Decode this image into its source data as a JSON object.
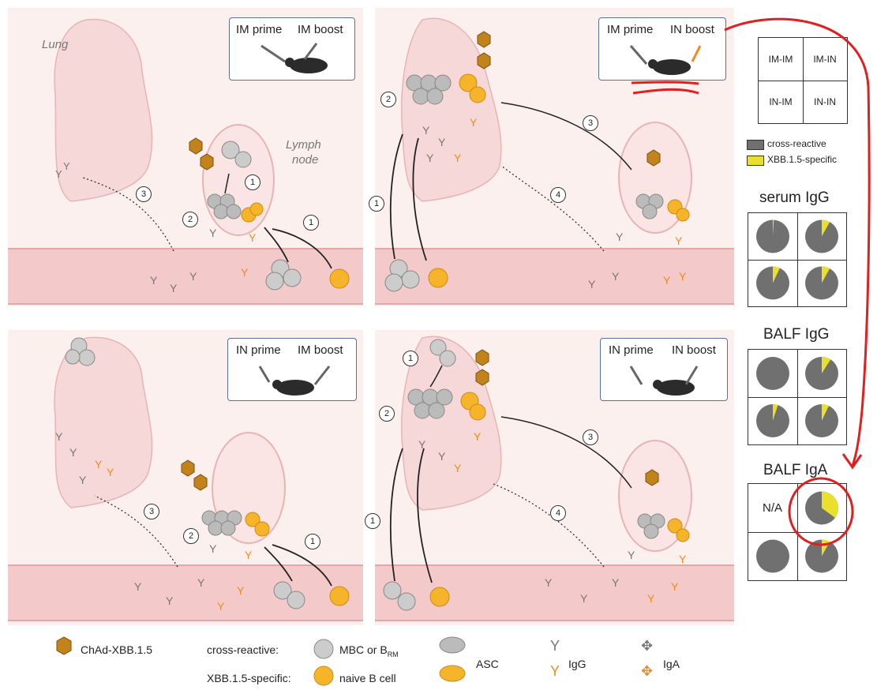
{
  "panels": {
    "top_left": {
      "mouse_labels": [
        "IM prime",
        "IM boost"
      ],
      "lung_label": "Lung",
      "node_label_1": "Lymph",
      "node_label_2": "node",
      "steps": [
        "1",
        "1",
        "2",
        "3"
      ]
    },
    "top_right": {
      "mouse_labels": [
        "IM prime",
        "IN boost"
      ],
      "steps": [
        "1",
        "2",
        "3",
        "4"
      ]
    },
    "bottom_left": {
      "mouse_labels": [
        "IN prime",
        "IM boost"
      ],
      "steps": [
        "1",
        "2",
        "3"
      ]
    },
    "bottom_right": {
      "mouse_labels": [
        "IN prime",
        "IN boost"
      ],
      "steps": [
        "1",
        "1",
        "2",
        "3",
        "4"
      ]
    }
  },
  "key_grid": {
    "cells": [
      "IM-IM",
      "IM-IN",
      "IN-IM",
      "IN-IN"
    ]
  },
  "pie_legend": {
    "cross_reactive": "cross-reactive",
    "specific": "XBB.1.5-specific",
    "colors": {
      "cross_reactive": "#707070",
      "specific": "#e8e02c"
    }
  },
  "pie_panels": [
    {
      "title": "serum IgG",
      "specific_fraction": [
        0.01,
        0.08,
        0.07,
        0.08
      ]
    },
    {
      "title": "BALF IgG",
      "specific_fraction": [
        0.0,
        0.09,
        0.05,
        0.07
      ]
    },
    {
      "title": "BALF IgA",
      "na_label": "N/A",
      "specific_fraction": [
        null,
        0.35,
        0.0,
        0.08
      ]
    }
  ],
  "bottom_legend": {
    "vaccine": "ChAd-XBB.1.5",
    "cross_reactive": "cross-reactive:",
    "specific": "XBB.1.5-specific:",
    "mbc": "MBC or B",
    "mbc_sub": "RM",
    "naive": "naive B cell",
    "asc": "ASC",
    "igg": "IgG",
    "iga": "IgA"
  },
  "colors": {
    "annotation_red": "#e02020",
    "cell_gray": "#b8b8b8",
    "cell_orange": "#f6b42a",
    "antibody_orange": "#f08a1c",
    "panel_bg": "#fcf0ef",
    "vessel": "#f4c9c9"
  }
}
